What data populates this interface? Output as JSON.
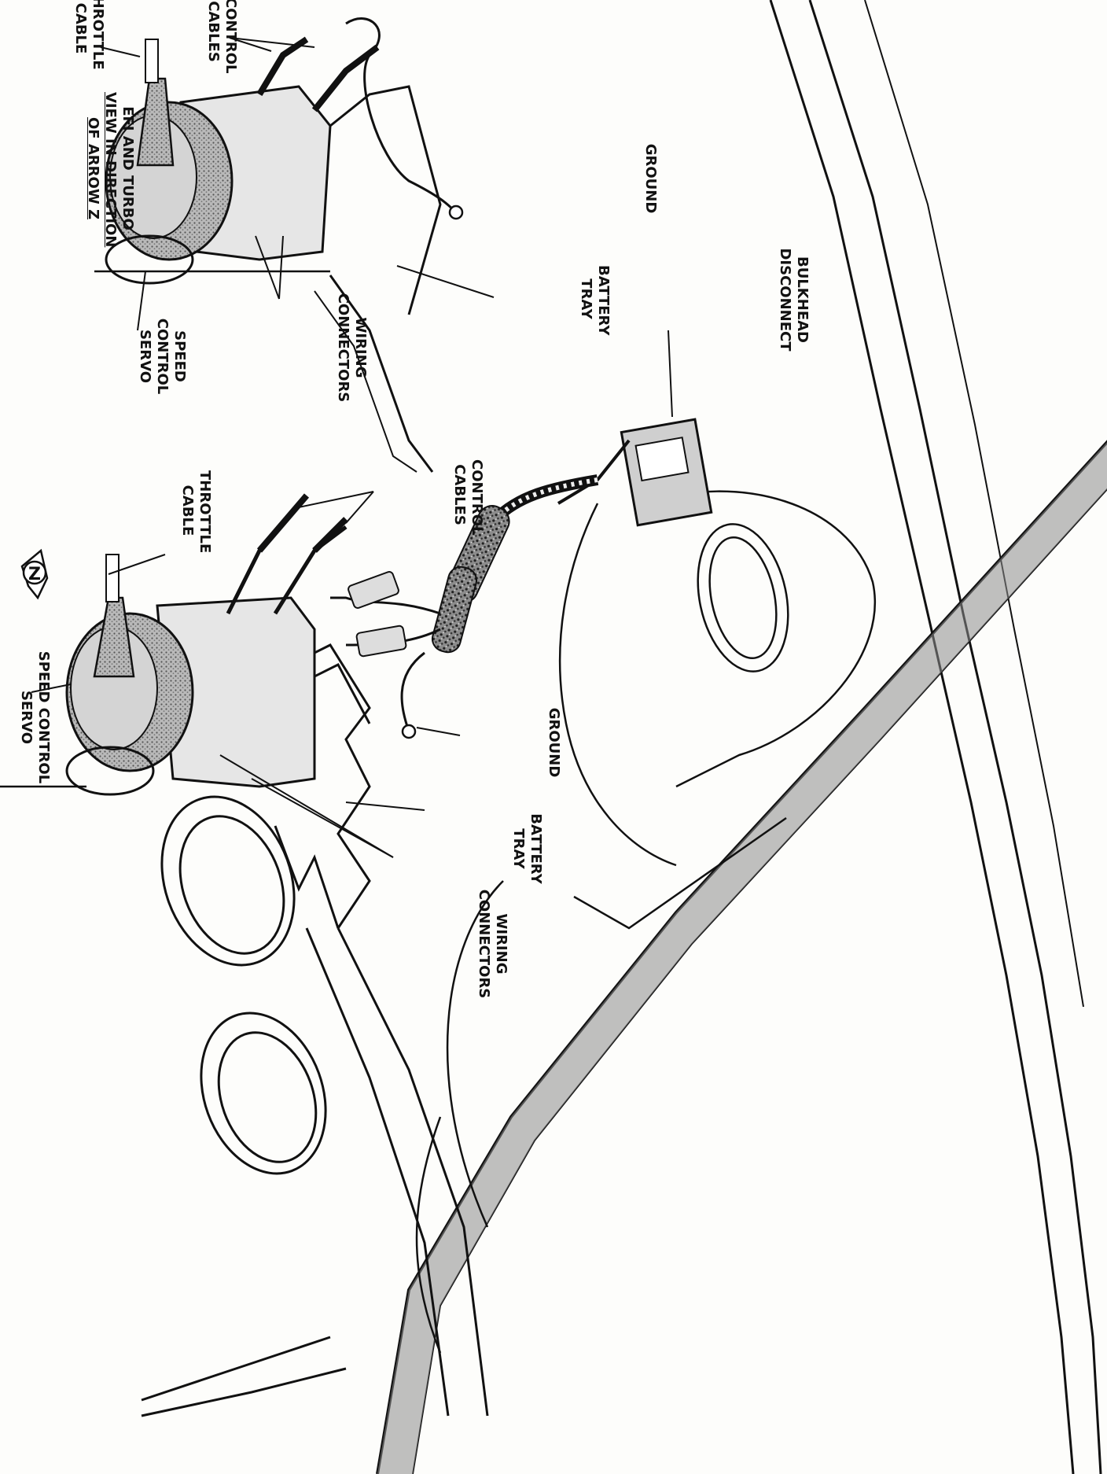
{
  "labels": {
    "throttle_cable_top": [
      "THROTTLE",
      "CABLE"
    ],
    "control_cables_top": [
      "CONTROL",
      "CABLES"
    ],
    "efi_turbo_view": [
      "EFI AND TURBO",
      "VIEW IN DIRECTION",
      "OF ARROW Z"
    ],
    "ground_top": [
      "GROUND"
    ],
    "battery_tray_top": [
      "BATTERY",
      "TRAY"
    ],
    "bulkhead_disconnect": [
      "BULKHEAD",
      "DISCONNECT"
    ],
    "speed_control_servo_top": [
      "SPEED",
      "CONTROL",
      "SERVO"
    ],
    "wiring_connectors_top": [
      "WIRING",
      "CONNECTORS"
    ],
    "control_cables_bottom": [
      "CONTROL",
      "CABLES"
    ],
    "throttle_cable_bottom": [
      "THROTTLE",
      "CABLE"
    ],
    "speed_control_servo_bottom": [
      "SPEED CONTROL",
      "SERVO"
    ],
    "ground_bottom": [
      "GROUND"
    ],
    "battery_tray_bottom": [
      "BATTERY",
      "TRAY"
    ],
    "wiring_connectors_bottom": [
      "WIRING",
      "CONNECTORS"
    ]
  },
  "view_arrow_letter": "Z",
  "colors": {
    "ink": "#111111",
    "paper": "#fdfdfb",
    "shade": "#9a9a9a"
  }
}
